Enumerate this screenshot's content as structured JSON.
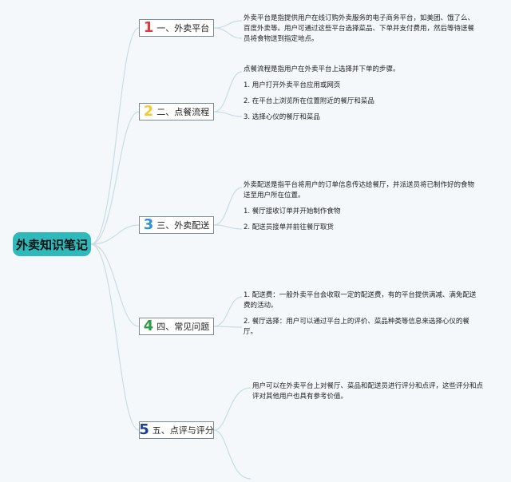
{
  "root": {
    "label": "外卖知识笔记",
    "color": "#2fb9ba"
  },
  "branches": [
    {
      "number": "1",
      "number_color": "#e03a3e",
      "label": "一、外卖平台",
      "notes": [
        "外卖平台是指提供用户在线订购外卖服务的电子商务平台，如美团、饿了么、百度外卖等。用户可通过这些平台选择菜品、下单并支付费用，然后等待送餐员将食物送到指定地点。"
      ]
    },
    {
      "number": "2",
      "number_color": "#f3c934",
      "label": "二、点餐流程",
      "notes": [
        "点餐流程是指用户在外卖平台上选择并下单的步骤。",
        "1. 用户打开外卖平台应用或网页",
        "2. 在平台上浏览所在位置附近的餐厅和菜品",
        "3. 选择心仪的餐厅和菜品"
      ]
    },
    {
      "number": "3",
      "number_color": "#2f8fd8",
      "label": "三、外卖配送",
      "notes": [
        "外卖配送是指平台将用户的订单信息传达给餐厅，并派送员将已制作好的食物送至用户所在位置。",
        "1. 餐厅接收订单并开始制作食物",
        "2. 配送员接单并前往餐厅取货"
      ]
    },
    {
      "number": "4",
      "number_color": "#2e9c4a",
      "label": "四、常见问题",
      "notes": [
        "1. 配送费：一般外卖平台会收取一定的配送费，有的平台提供满减、满免配送费的活动。",
        "2. 餐厅选择：用户可以通过平台上的评价、菜品种类等信息来选择心仪的餐厅。"
      ]
    },
    {
      "number": "5",
      "number_color": "#1e3f93",
      "label": "五、点评与评分",
      "notes": [
        "用户可以在外卖平台上对餐厅、菜品和配送员进行评分和点评，这些评分和点评对其他用户也具有参考价值。"
      ]
    }
  ]
}
